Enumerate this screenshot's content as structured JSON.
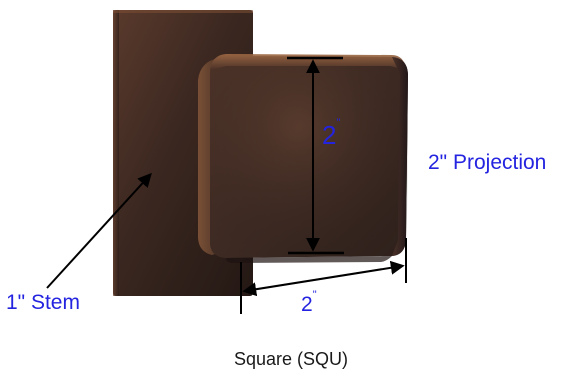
{
  "labels": {
    "height_dimension": "2",
    "height_unit": "\"",
    "width_dimension": "2",
    "width_unit": "\"",
    "projection": "2\" Projection",
    "stem": "1\" Stem",
    "caption": "Square (SQU)"
  },
  "colors": {
    "label_blue": "#2424e0",
    "bronze_dark": "#2b1d18",
    "bronze_mid": "#4a3128",
    "bronze_highlight": "#8a5a3c",
    "caption": "#1a1a1a"
  }
}
